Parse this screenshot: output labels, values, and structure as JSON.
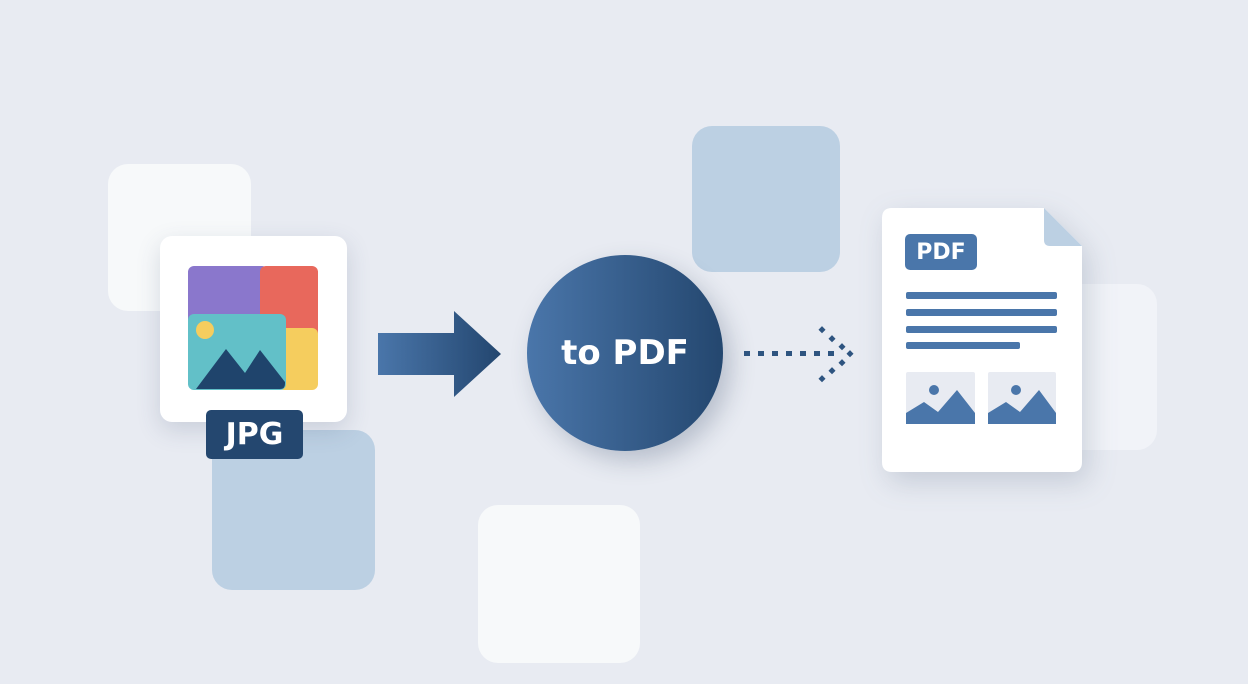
{
  "source_badge": {
    "label": "JPG",
    "icon": "image-icon"
  },
  "converter": {
    "label": "to PDF"
  },
  "output_doc": {
    "badge": "PDF",
    "icon": "document-icon"
  },
  "colors": {
    "background": "#e8ebf2",
    "accent_dark": "#24476f",
    "accent": "#4a76aa",
    "light_blue": "#bcd0e3",
    "purple": "#8a77cc",
    "red": "#e8685c",
    "yellow": "#f5cd5e",
    "teal": "#62c0c8"
  }
}
